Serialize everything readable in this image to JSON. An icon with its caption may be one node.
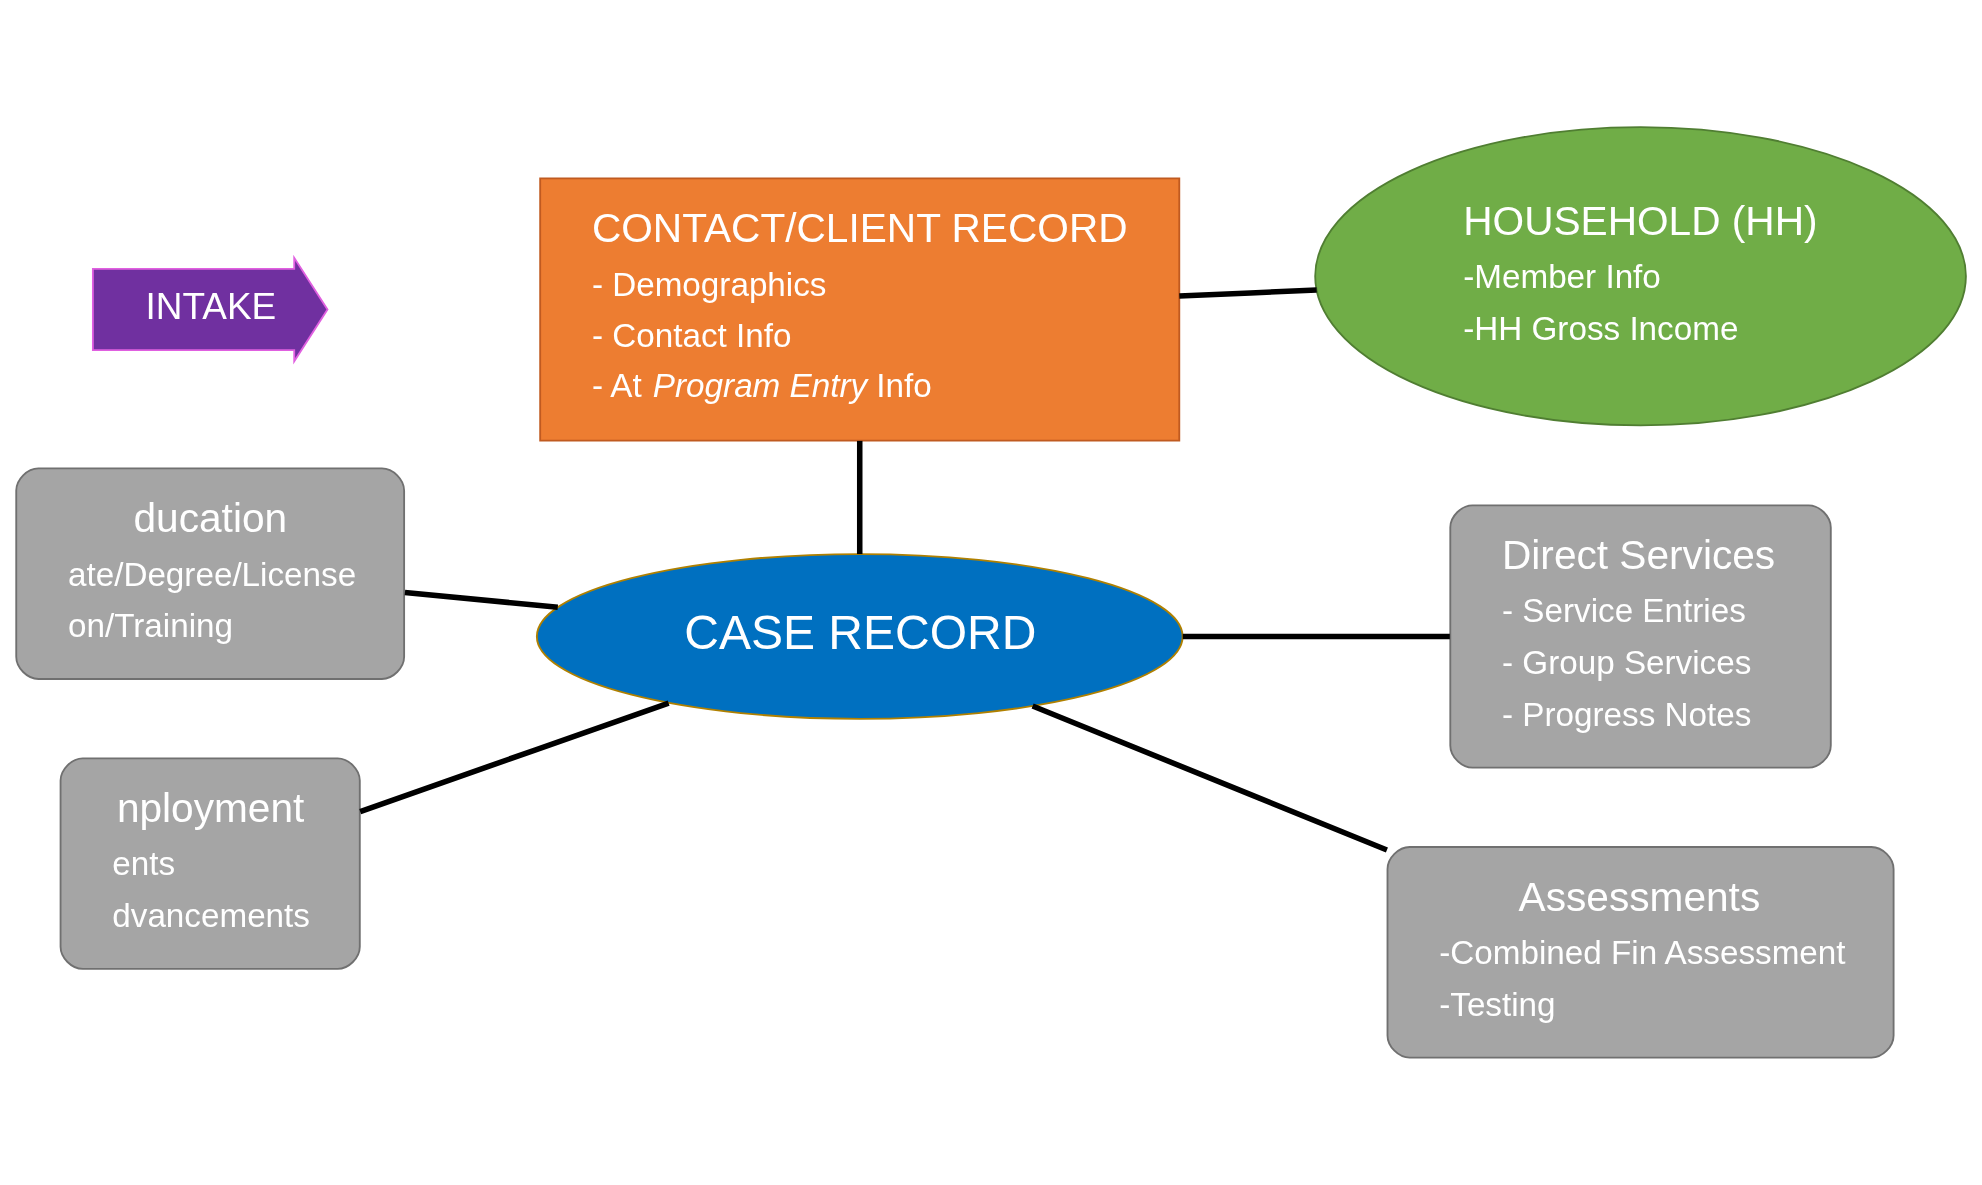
{
  "diagram": {
    "nodes": [
      {
        "text": [
          "INTAKE"
        ]
      },
      {
        "text": [
          "CONTACT/CLIENT RECORD",
          "- Demographics",
          "- Contact Info",
          "- At *Program Entry* Info"
        ]
      },
      {
        "text": [
          "HOUSEHOLD (HH)",
          "-Member Info",
          "-HH Gross Income"
        ]
      },
      {
        "text": [
          "CASE RECORD"
        ]
      },
      {
        "text": [
          "ducation",
          "ate/Degree/License",
          "on/Training"
        ]
      },
      {
        "text": [
          "nployment",
          "ents",
          "dvancements"
        ]
      },
      {
        "text": [
          "Direct Services",
          "- Service Entries",
          "- Group Services",
          "- Progress Notes"
        ]
      },
      {
        "text": [
          "Assessments",
          "-Combined Fin Assessment",
          "-Testing"
        ]
      }
    ],
    "edges": [
      {
        "from": 1,
        "to": 2,
        "arrow": "none"
      },
      {
        "from": 1,
        "to": 3,
        "arrow": "none"
      },
      {
        "from": 4,
        "to": 3,
        "arrow": "none"
      },
      {
        "from": 5,
        "to": 3,
        "arrow": "none"
      },
      {
        "from": 3,
        "to": 6,
        "arrow": "none"
      },
      {
        "from": 3,
        "to": 7,
        "arrow": "none"
      }
    ]
  }
}
